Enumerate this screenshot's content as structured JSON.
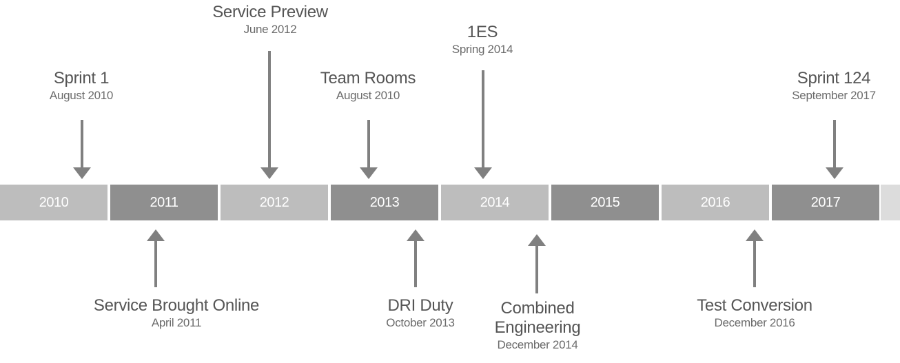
{
  "years": [
    "2010",
    "2011",
    "2012",
    "2013",
    "2014",
    "2015",
    "2016",
    "2017"
  ],
  "events": {
    "sprint1": {
      "title": "Sprint 1",
      "date": "August 2010"
    },
    "service_preview": {
      "title": "Service Preview",
      "date": "June 2012"
    },
    "team_rooms": {
      "title": "Team Rooms",
      "date": "August 2010"
    },
    "one_es": {
      "title": "1ES",
      "date": "Spring 2014"
    },
    "sprint124": {
      "title": "Sprint 124",
      "date": "September 2017"
    },
    "service_online": {
      "title": "Service Brought Online",
      "date": "April 2011"
    },
    "dri_duty": {
      "title": "DRI Duty",
      "date": "October 2013"
    },
    "combined_eng": {
      "title_line1": "Combined",
      "title_line2": "Engineering",
      "date": "December 2014"
    },
    "test_conversion": {
      "title": "Test Conversion",
      "date": "December 2016"
    }
  },
  "colors": {
    "segment_light": "#bdbdbd",
    "segment_dark": "#8f8f8f",
    "arrow": "#808080",
    "tail": "#dcdcdc"
  }
}
